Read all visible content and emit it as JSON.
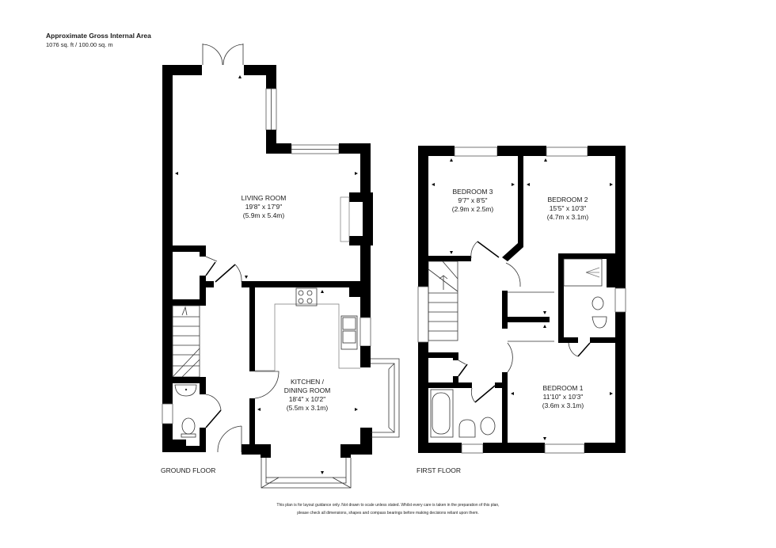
{
  "header": {
    "title": "Approximate Gross Internal Area",
    "area": "1076 sq. ft / 100.00 sq. m"
  },
  "floors": [
    {
      "label": "GROUND FLOOR",
      "rooms": [
        {
          "name": "LIVING ROOM",
          "imperial": "19'8\" x 17'9\"",
          "metric": "(5.9m x 5.4m)"
        },
        {
          "name": "KITCHEN /",
          "name2": "DINING ROOM",
          "imperial": "18'4\" x 10'2\"",
          "metric": "(5.5m x 3.1m)"
        }
      ]
    },
    {
      "label": "FIRST FLOOR",
      "rooms": [
        {
          "name": "BEDROOM 3",
          "imperial": "9'7\" x 8'5\"",
          "metric": "(2.9m x 2.5m)"
        },
        {
          "name": "BEDROOM 2",
          "imperial": "15'5\" x 10'3\"",
          "metric": "(4.7m x 3.1m)"
        },
        {
          "name": "BEDROOM 1",
          "imperial": "11'10\" x 10'3\"",
          "metric": "(3.6m x 3.1m)"
        }
      ]
    }
  ],
  "disclaimer": {
    "line1": "This plan is for layout guidance only.  Not drawn to scale unless stated. Whilst every care is taken in the preparation of this plan,",
    "line2": "please check all dimensions, shapes and compass bearings before making decisions reliant upon them."
  }
}
